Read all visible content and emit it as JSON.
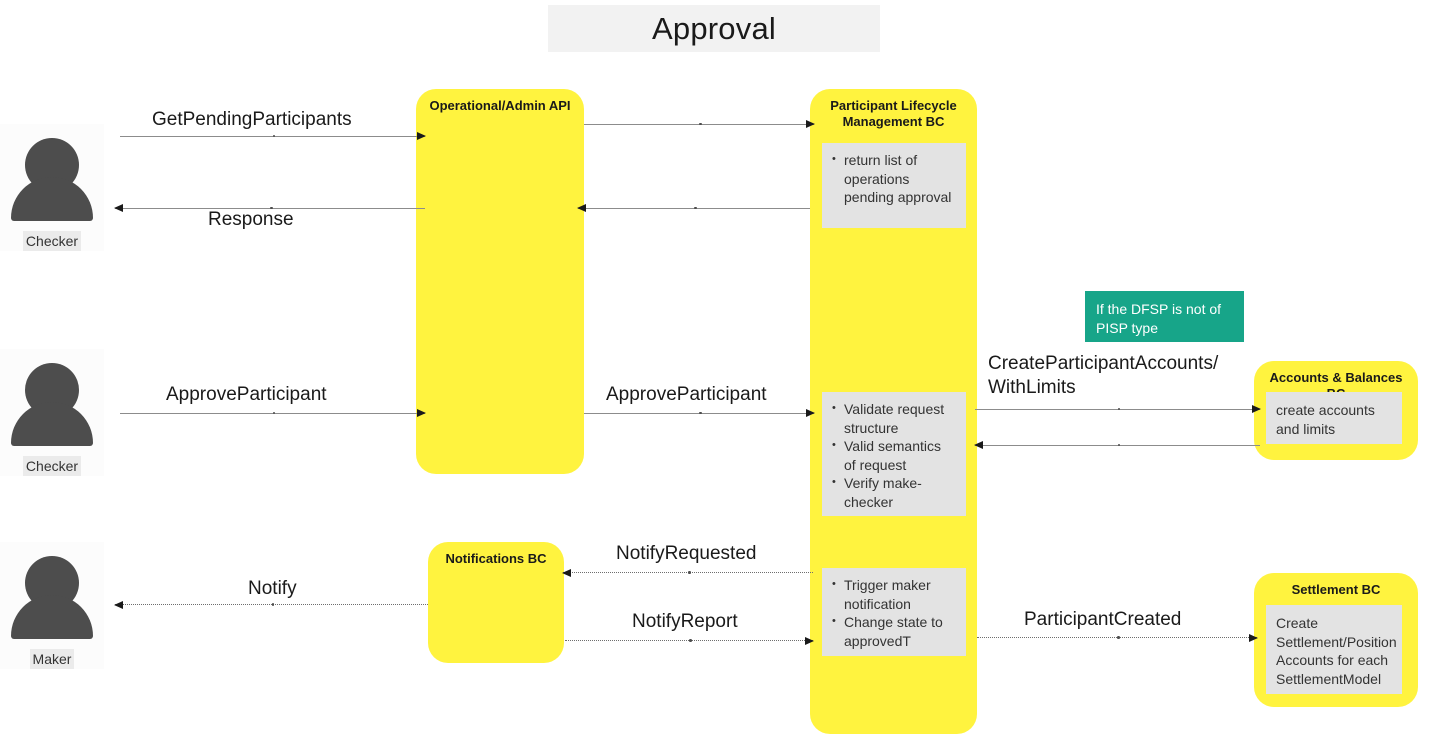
{
  "title": "Approval",
  "colors": {
    "lifeline": "#fff33f",
    "note": "#e3e3e3",
    "condition": "#17a589",
    "title_bg": "#f2f2f2",
    "arrow": "#8c8c8c",
    "actor": "#4d4d4d"
  },
  "actors": [
    {
      "label": "Checker",
      "icon": "person-icon"
    },
    {
      "label": "Checker",
      "icon": "person-icon"
    },
    {
      "label": "Maker",
      "icon": "person-icon"
    }
  ],
  "lifelines": [
    {
      "title": "Operational/Admin API"
    },
    {
      "title": "Participant Lifecycle\nManagement BC"
    },
    {
      "title": "Notifications BC"
    },
    {
      "title": "Accounts & Balances BC"
    },
    {
      "title": "Settlement BC"
    }
  ],
  "notes": [
    {
      "name": "note-pending-approval",
      "items": [
        "return list of operations pending approval"
      ]
    },
    {
      "name": "note-validate",
      "items": [
        "Validate request structure",
        "Valid semantics of request",
        "Verify make-checker"
      ]
    },
    {
      "name": "note-notify",
      "items": [
        "Trigger maker notification",
        "Change state to approvedT"
      ]
    },
    {
      "name": "note-accounts",
      "text": "create accounts and limits"
    },
    {
      "name": "note-settlement",
      "text": "Create Settlement/Position Accounts for each SettlementModel"
    }
  ],
  "condition_note": "If the DFSP is not of PISP type",
  "messages": [
    {
      "name": "get-pending-participants",
      "label": "GetPendingParticipants",
      "style": "solid",
      "direction": "right"
    },
    {
      "name": "get-pending-participants-forward",
      "label": "",
      "style": "solid",
      "direction": "right"
    },
    {
      "name": "response",
      "label": "Response",
      "style": "solid",
      "direction": "left"
    },
    {
      "name": "response-return",
      "label": "",
      "style": "solid",
      "direction": "left"
    },
    {
      "name": "approve-participant",
      "label": "ApproveParticipant",
      "style": "solid",
      "direction": "right"
    },
    {
      "name": "approve-participant-forward",
      "label": "ApproveParticipant",
      "style": "solid",
      "direction": "right"
    },
    {
      "name": "create-participant-accounts",
      "label": "CreateParticipantAccounts/\nWithLimits",
      "style": "solid",
      "direction": "right"
    },
    {
      "name": "accounts-response",
      "label": "",
      "style": "solid",
      "direction": "left"
    },
    {
      "name": "notify-requested",
      "label": "NotifyRequested",
      "style": "dotted",
      "direction": "left"
    },
    {
      "name": "notify",
      "label": "Notify",
      "style": "dotted",
      "direction": "left"
    },
    {
      "name": "notify-report",
      "label": "NotifyReport",
      "style": "dotted",
      "direction": "right"
    },
    {
      "name": "participant-created",
      "label": "ParticipantCreated",
      "style": "dotted",
      "direction": "right"
    }
  ]
}
